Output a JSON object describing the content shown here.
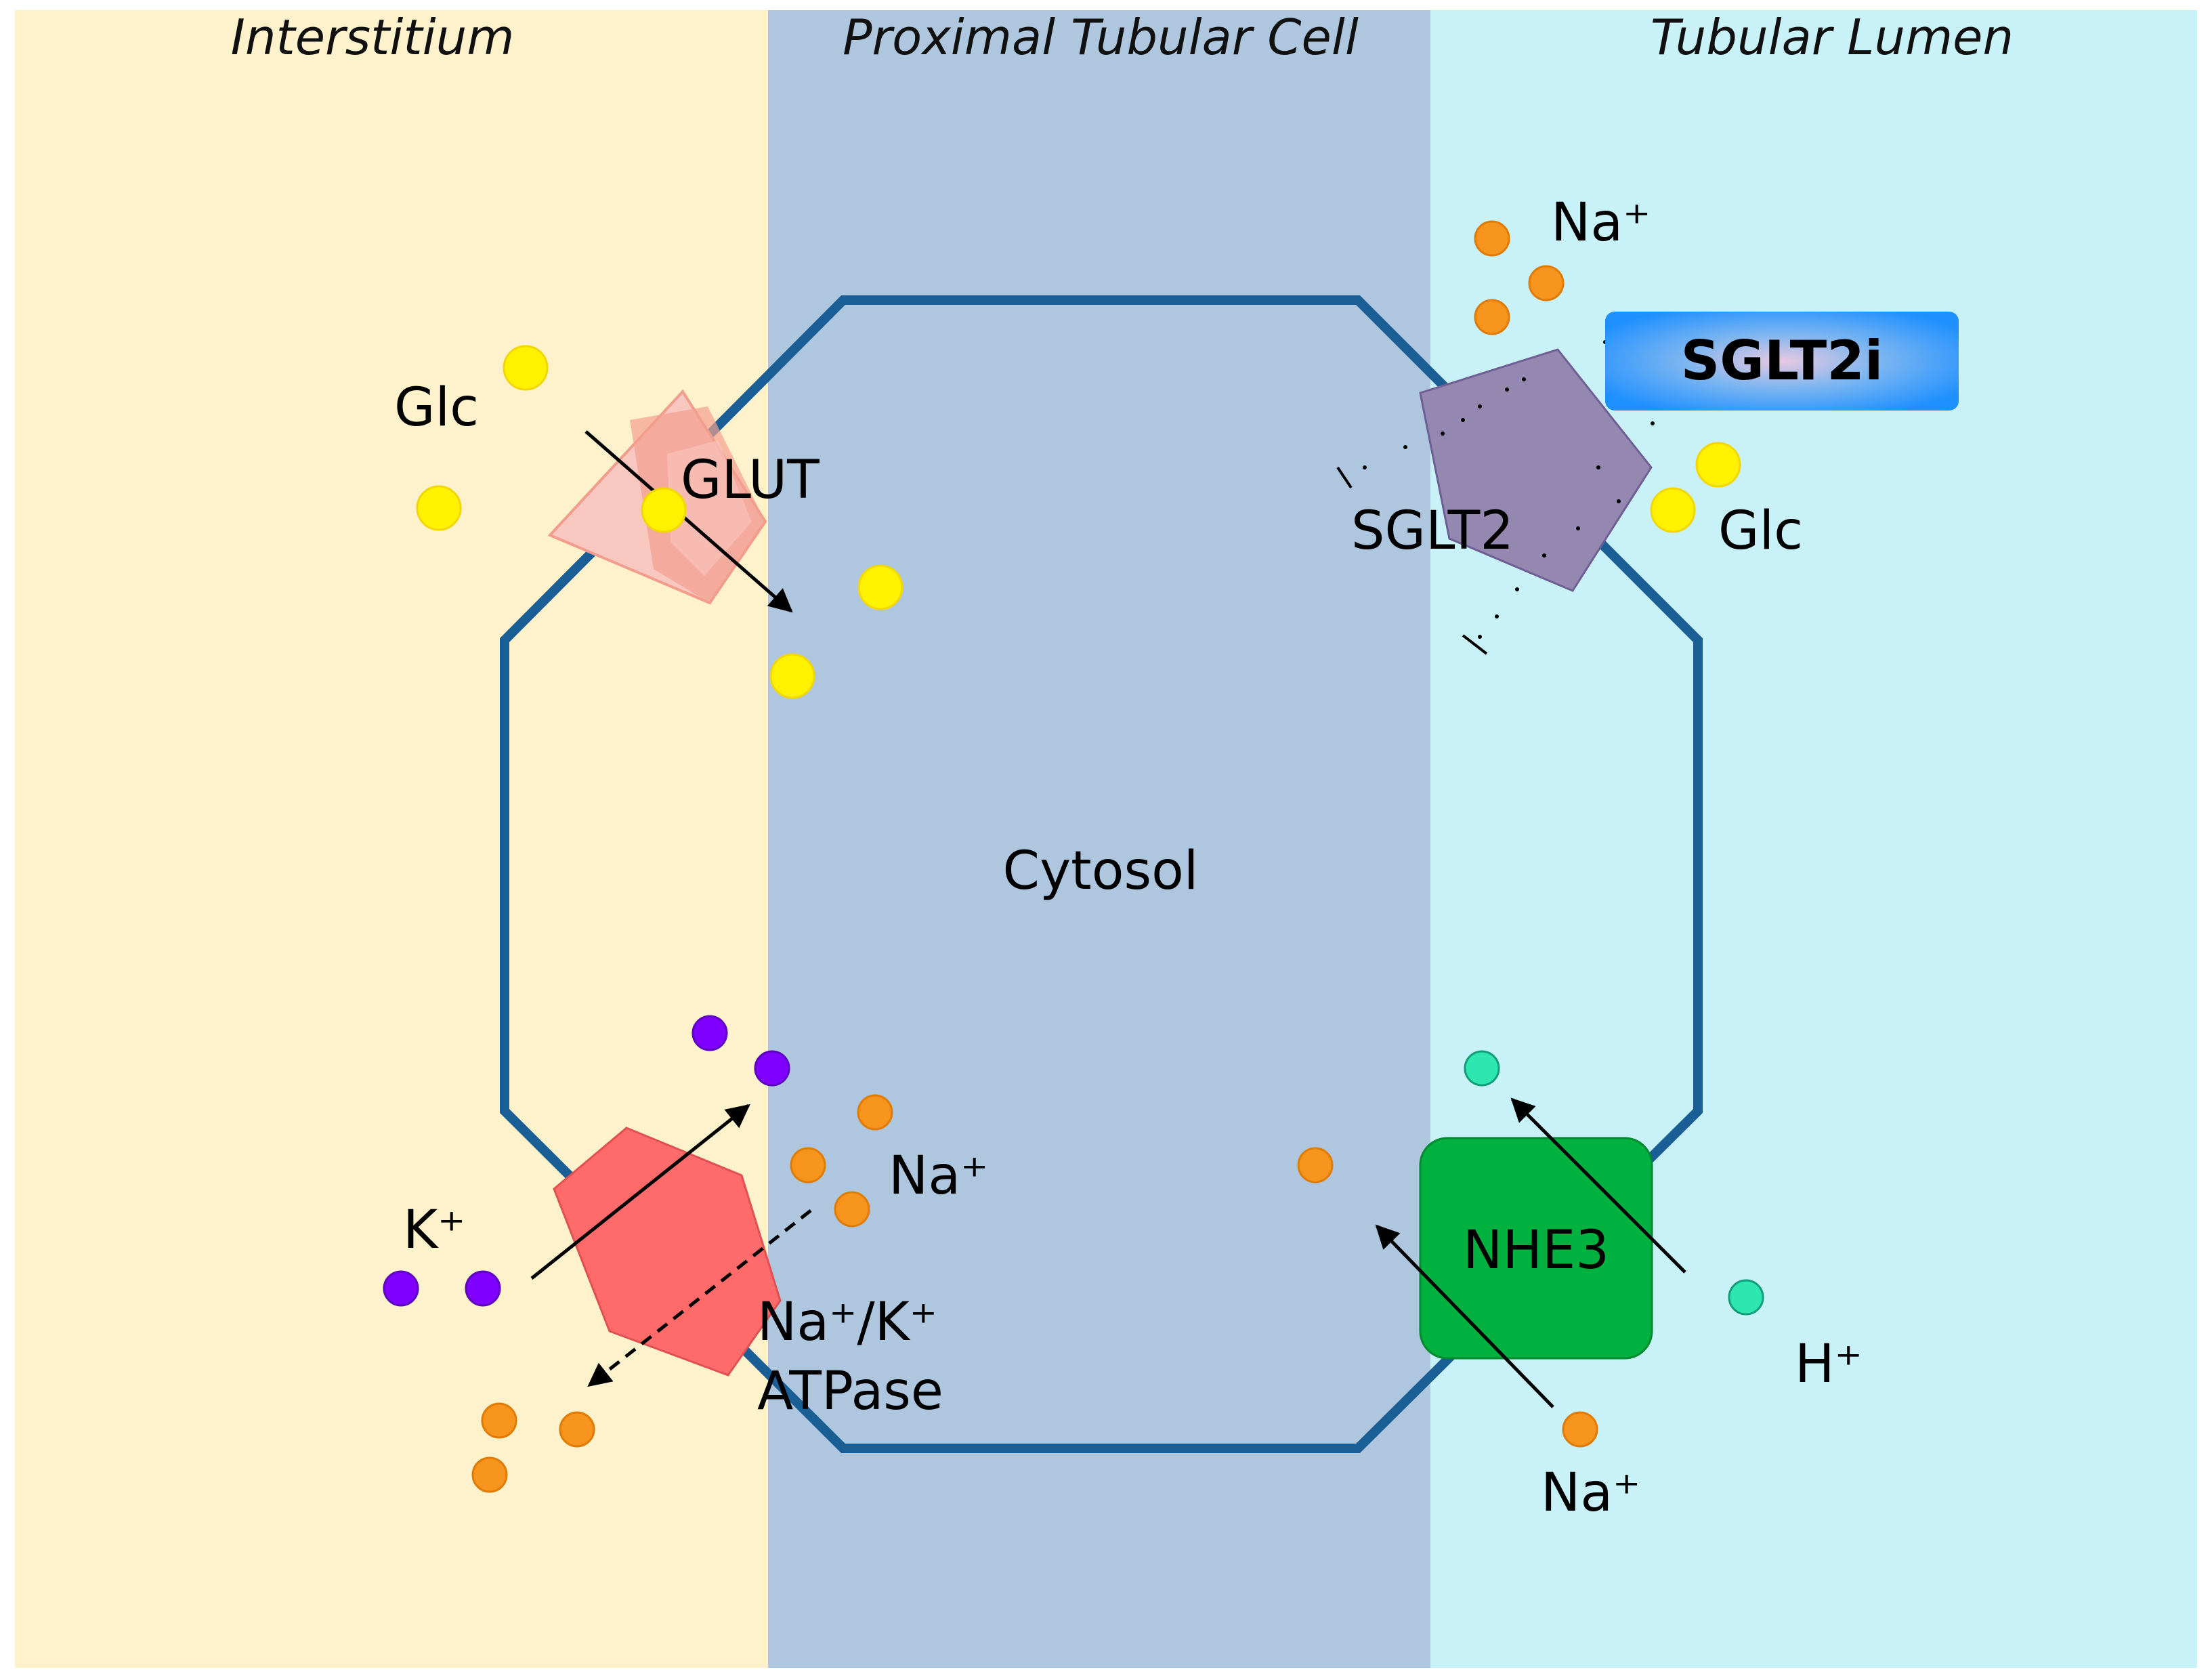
{
  "regions": {
    "interstitium": "Interstitium",
    "cell": "Proximal Tubular Cell",
    "lumen": "Tubular Lumen"
  },
  "labels": {
    "cytosol": "Cytosol",
    "glut": "GLUT",
    "sglt2": "SGLT2",
    "sglt2i": "SGLT2i",
    "nhe3": "NHE3",
    "atpase_line1": "Na⁺/K⁺",
    "atpase_line2": "ATPase",
    "glc_interstitium": "Glc",
    "glc_lumen": "Glc",
    "na_lumen_top": "Na⁺",
    "na_atpase": "Na⁺",
    "k_plus": "K⁺",
    "h_plus": "H⁺",
    "na_lumen_bottom": "Na⁺"
  },
  "colors": {
    "interstitium_bg": "#FDF2CC",
    "cell_bg": "#AEC7DE",
    "lumen_bg": "#C9F1F8",
    "membrane": "#1A5E96",
    "glucose": "#FFF200",
    "sodium": "#F7941D",
    "potassium": "#7F00FF",
    "proton": "#2EE6B0",
    "glut": "#F8C7C0",
    "glut_stripe": "#F2A08F",
    "sglt2": "#9487B0",
    "nhe3": "#00B140",
    "atpase": "#FF6B6B",
    "sglt2i_fill": "#1E90FF"
  }
}
